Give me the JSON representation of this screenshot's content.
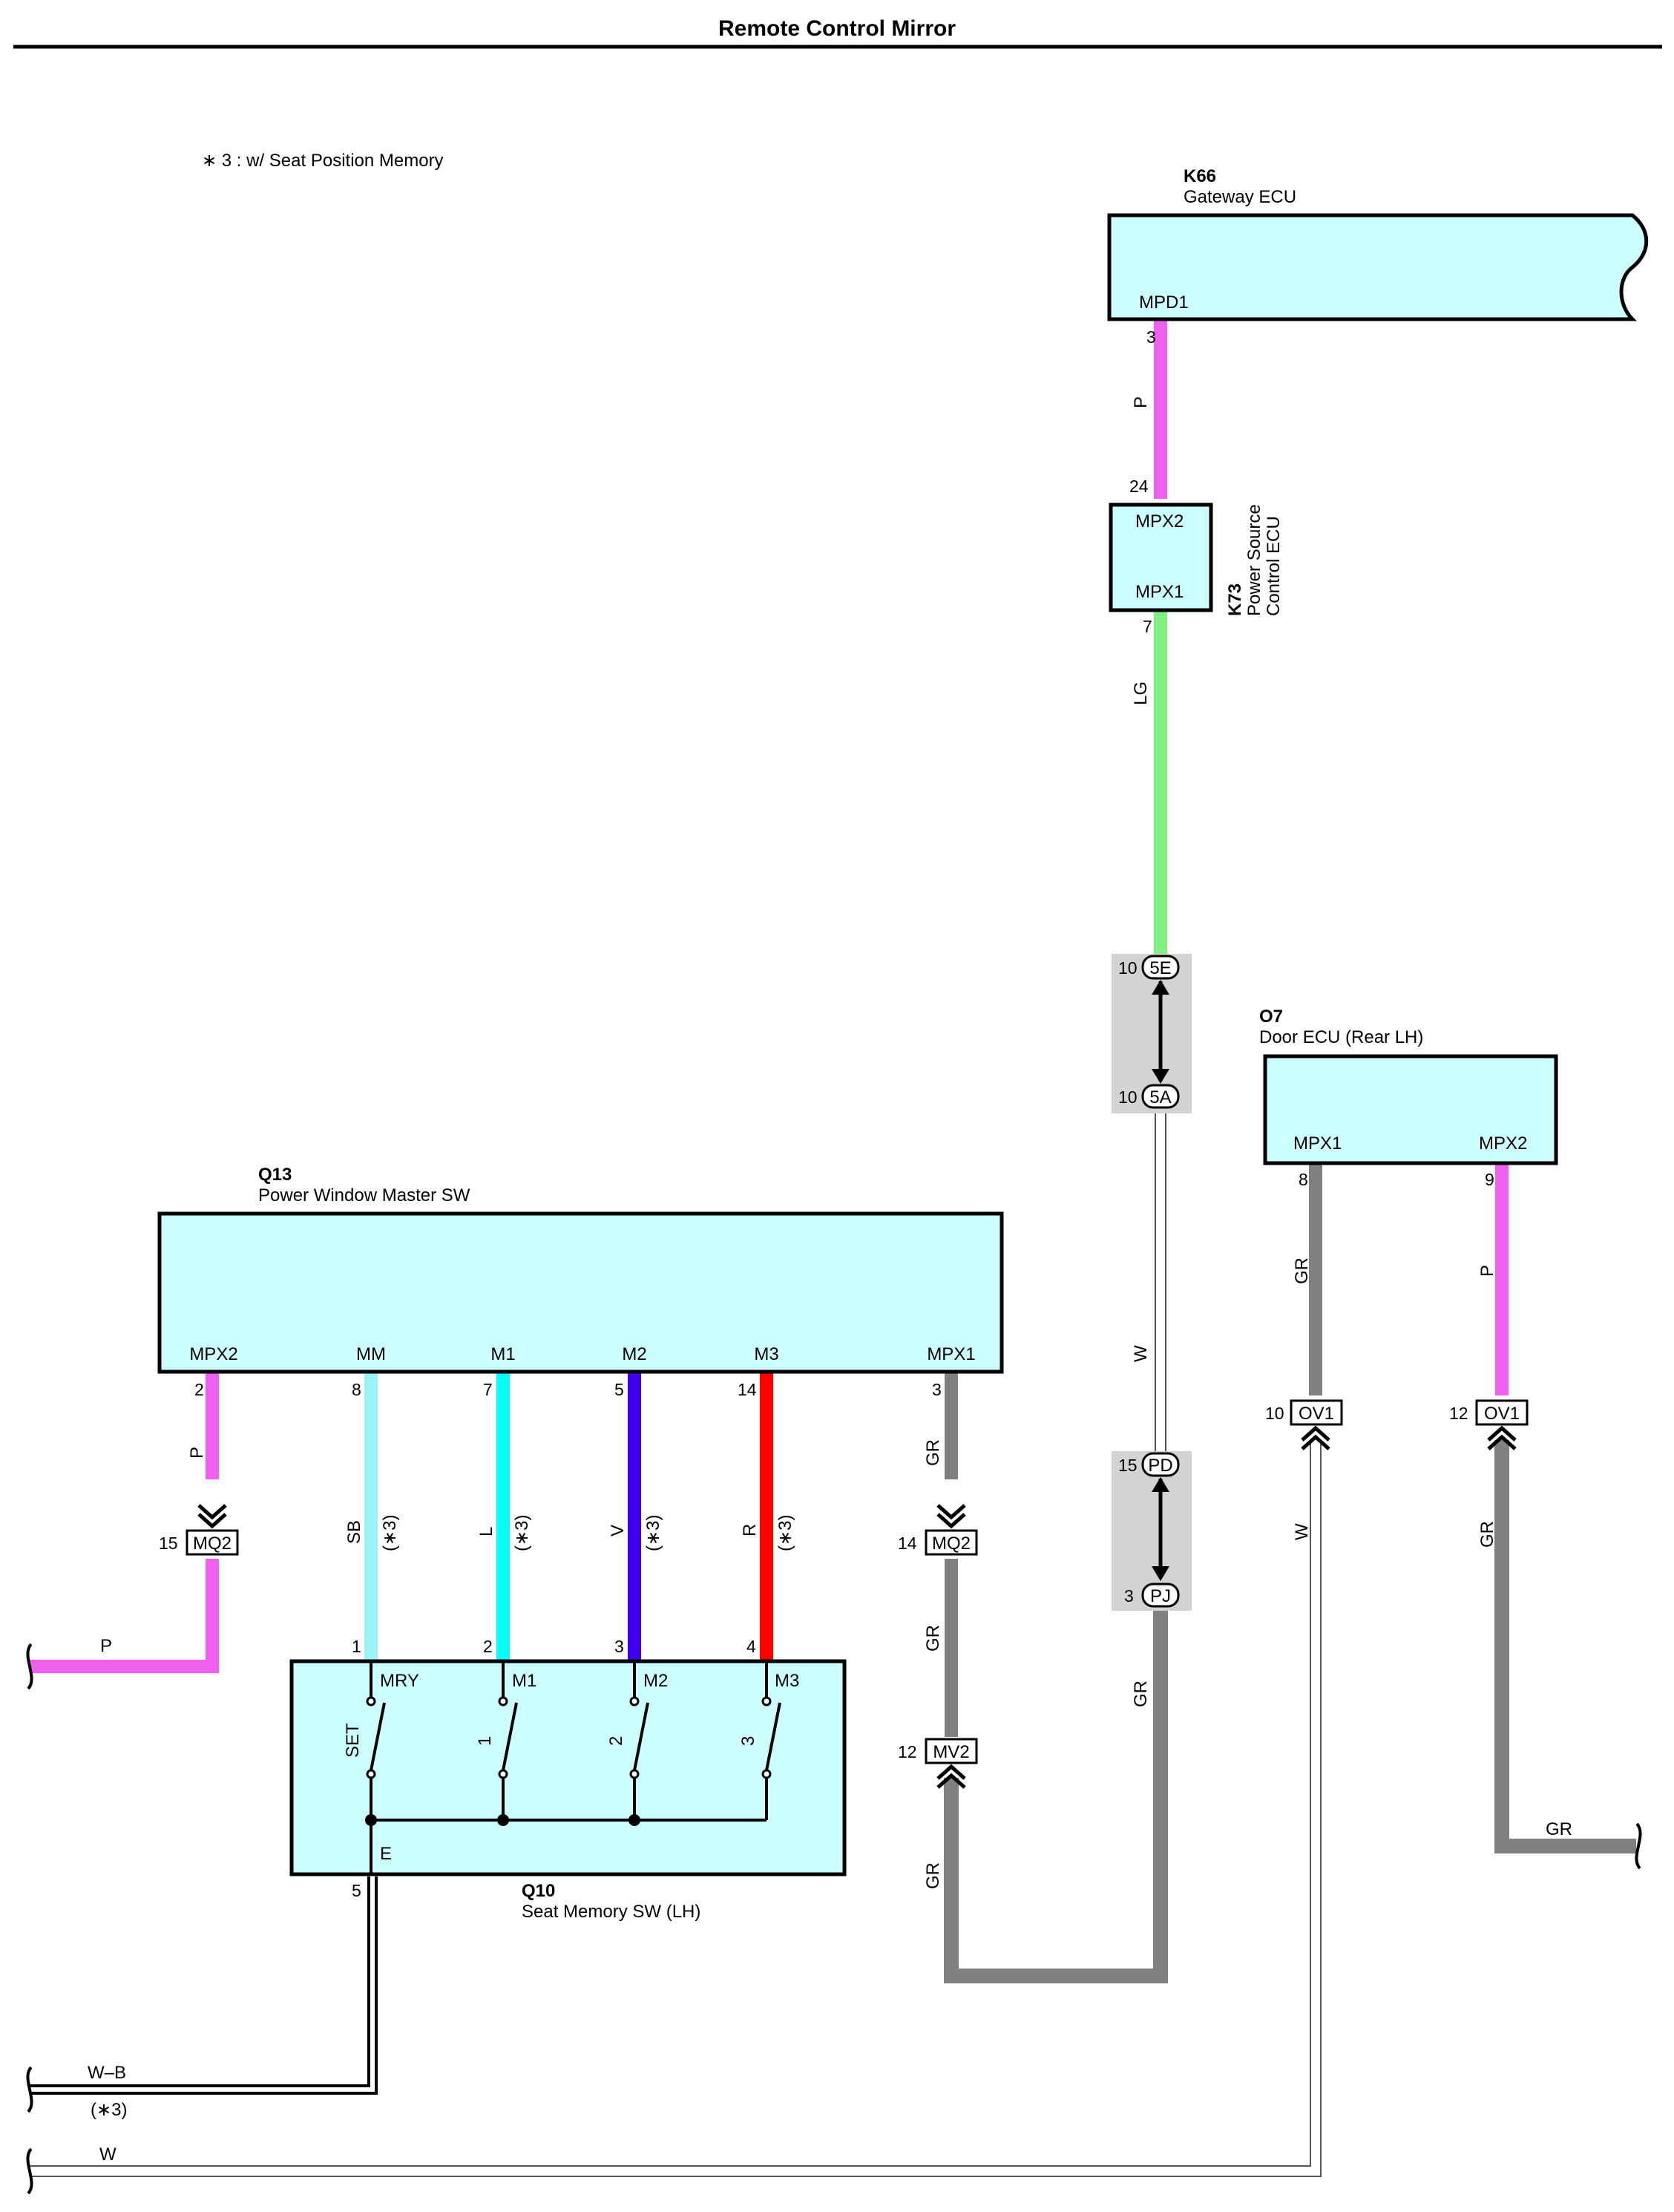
{
  "title": "Remote Control Mirror",
  "note": "∗ 3 : w/ Seat Position Memory",
  "colors": {
    "P": "#f060f0",
    "LG": "#80f080",
    "SB": "#99f5f5",
    "L": "#00ffff",
    "V": "#4000ee",
    "R": "#ff0000",
    "GR": "#808080",
    "W": "#ffffff",
    "ecu_fill": "#ccffff",
    "junction_fill": "#d3d3d3"
  },
  "components": {
    "k66": {
      "id": "K66",
      "name": "Gateway ECU",
      "pin_name": "MPD1",
      "pin": "3"
    },
    "k73": {
      "id": "K73",
      "name1": "Power Source",
      "name2": "Control ECU",
      "pin_top_name": "MPX2",
      "pin_top": "24",
      "pin_bottom_name": "MPX1",
      "pin_bottom": "7"
    },
    "o7": {
      "id": "O7",
      "name": "Door ECU (Rear LH)",
      "pin1_name": "MPX1",
      "pin1": "8",
      "pin2_name": "MPX2",
      "pin2": "9"
    },
    "q13": {
      "id": "Q13",
      "name": "Power Window Master SW",
      "pins": [
        {
          "name": "MPX2",
          "num": "2"
        },
        {
          "name": "MM",
          "num": "8"
        },
        {
          "name": "M1",
          "num": "7"
        },
        {
          "name": "M2",
          "num": "5"
        },
        {
          "name": "M3",
          "num": "14"
        },
        {
          "name": "MPX1",
          "num": "3"
        }
      ]
    },
    "q10": {
      "id": "Q10",
      "name": "Seat Memory SW (LH)",
      "pins": [
        {
          "name": "MRY",
          "num": "1",
          "switch": "SET"
        },
        {
          "name": "M1",
          "num": "2",
          "switch": "1"
        },
        {
          "name": "M2",
          "num": "3",
          "switch": "2"
        },
        {
          "name": "M3",
          "num": "4",
          "switch": "3"
        }
      ],
      "ground_pin_name": "E",
      "ground_pin": "5"
    }
  },
  "wires": {
    "k66_k73": "P",
    "k73_5e": "LG",
    "5a_pd": "W",
    "pj_out": "GR",
    "q13_mpx2": "P",
    "q13_mm": "SB",
    "q13_m1": "L",
    "q13_m2": "V",
    "q13_m3": "R",
    "option": "(∗3)",
    "q13_mpx1": "GR",
    "mq2_mv2": "GR",
    "mv2_out": "GR",
    "o7_mpx1": "GR",
    "o7_mpx2": "P",
    "ov1_left_out": "W",
    "ov1_right_out": "GR",
    "p_left": "P",
    "ground": "W–B",
    "ground_option": "(∗3)",
    "w_bottom": "W",
    "gr_right": "GR"
  },
  "connectors": {
    "j5e": {
      "id": "5E",
      "pin": "10"
    },
    "j5a": {
      "id": "5A",
      "pin": "10"
    },
    "jpd": {
      "id": "PD",
      "pin": "15"
    },
    "jpj": {
      "id": "PJ",
      "pin": "3"
    },
    "mq2_left": {
      "id": "MQ2",
      "pin": "15"
    },
    "mq2_right": {
      "id": "MQ2",
      "pin": "14"
    },
    "mv2": {
      "id": "MV2",
      "pin": "12"
    },
    "ov1_left": {
      "id": "OV1",
      "pin": "10"
    },
    "ov1_right": {
      "id": "OV1",
      "pin": "12"
    }
  }
}
